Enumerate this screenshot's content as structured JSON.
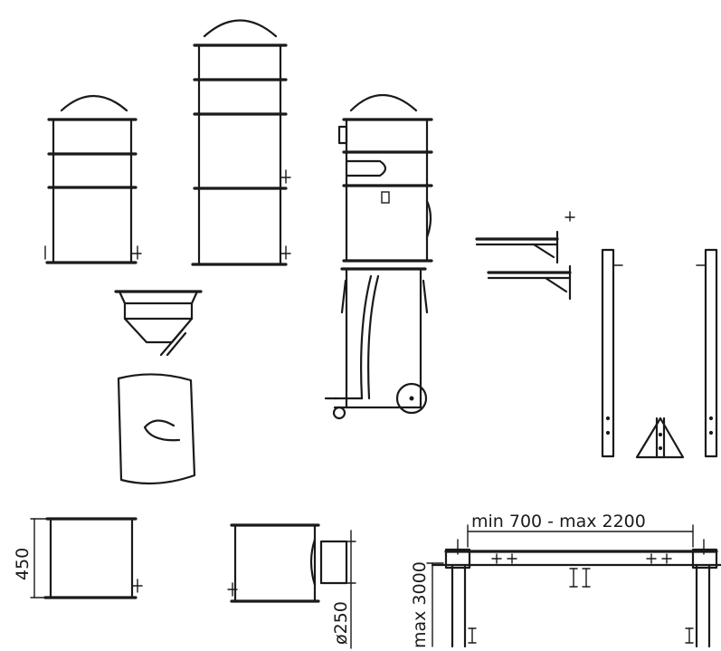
{
  "dimensions": {
    "width_range": "min 700 - max 2200",
    "max_height": "max 3000",
    "module_height": "450",
    "outlet_diameter": "ø250"
  }
}
